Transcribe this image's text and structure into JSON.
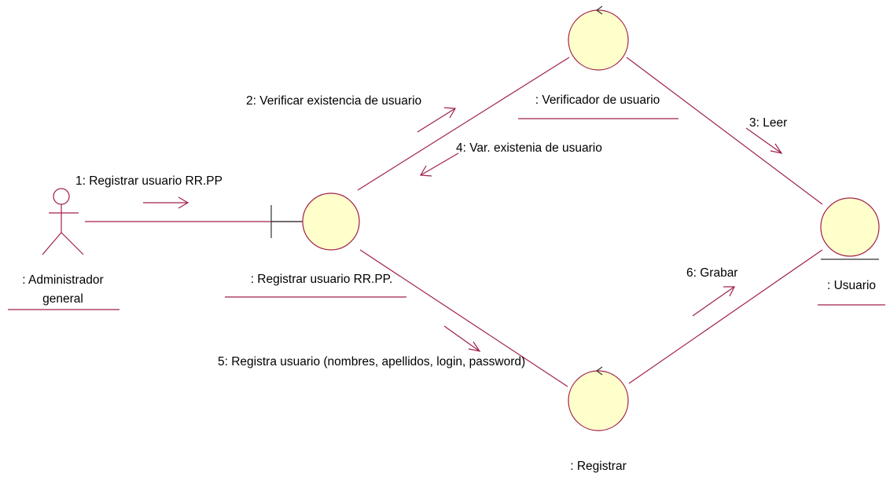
{
  "objects": {
    "actor": {
      "line1": ": Administrador",
      "line2": "general"
    },
    "boundary": {
      "label": ": Registrar usuario RR.PP."
    },
    "verificador": {
      "label": ": Verificador de usuario"
    },
    "usuario": {
      "label": ": Usuario"
    },
    "registrar": {
      "label": ": Registrar"
    }
  },
  "messages": {
    "m1": "1: Registrar usuario RR.PP",
    "m2": "2: Verificar existencia de usuario",
    "m3": "3: Leer",
    "m4": "4: Var. existenia de usuario",
    "m5": "5: Registra usuario (nombres, apellidos, login, password)",
    "m6": "6: Grabar"
  },
  "colors": {
    "line": "#a0204a",
    "object_fill": "#ffffcc"
  }
}
